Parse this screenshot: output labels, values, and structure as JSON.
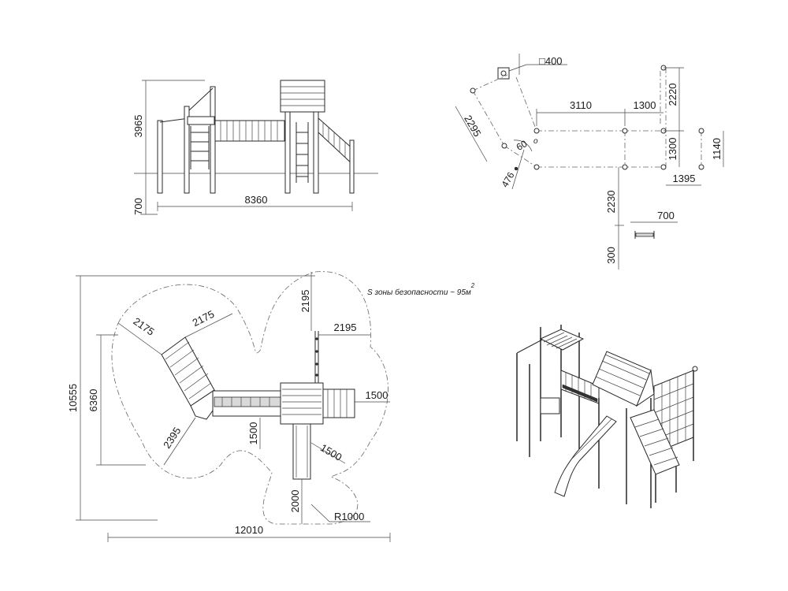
{
  "side_view": {
    "dim_height": "3965",
    "dim_depth": "700",
    "dim_length": "8360"
  },
  "footing_plan": {
    "post_size": "□400",
    "dim_diag_a": "2295",
    "dim_span_a": "3110",
    "dim_span_b": "1300",
    "dim_right_top": "2220",
    "dim_right_mid": "1300",
    "dim_right_far": "1140",
    "dim_bottom_right": "1395",
    "dim_angle": "60",
    "dim_diag_b": "476",
    "dim_down": "2230",
    "dim_small": "700",
    "dim_foot": "300"
  },
  "safety_plan": {
    "note": "S зоны безопасности ~ 95м",
    "note_sup": "2",
    "dim_a1": "2175",
    "dim_a2": "2175",
    "dim_top": "2195",
    "dim_right": "2195",
    "dim_side": "1500",
    "dim_mid": "1500",
    "dim_diag": "1500",
    "dim_corner": "2395",
    "dim_bottom": "2000",
    "dim_radius": "R1000",
    "dim_total_h": "10555",
    "dim_inner_h": "6360",
    "dim_total_w": "12010"
  },
  "isometric_view": {}
}
